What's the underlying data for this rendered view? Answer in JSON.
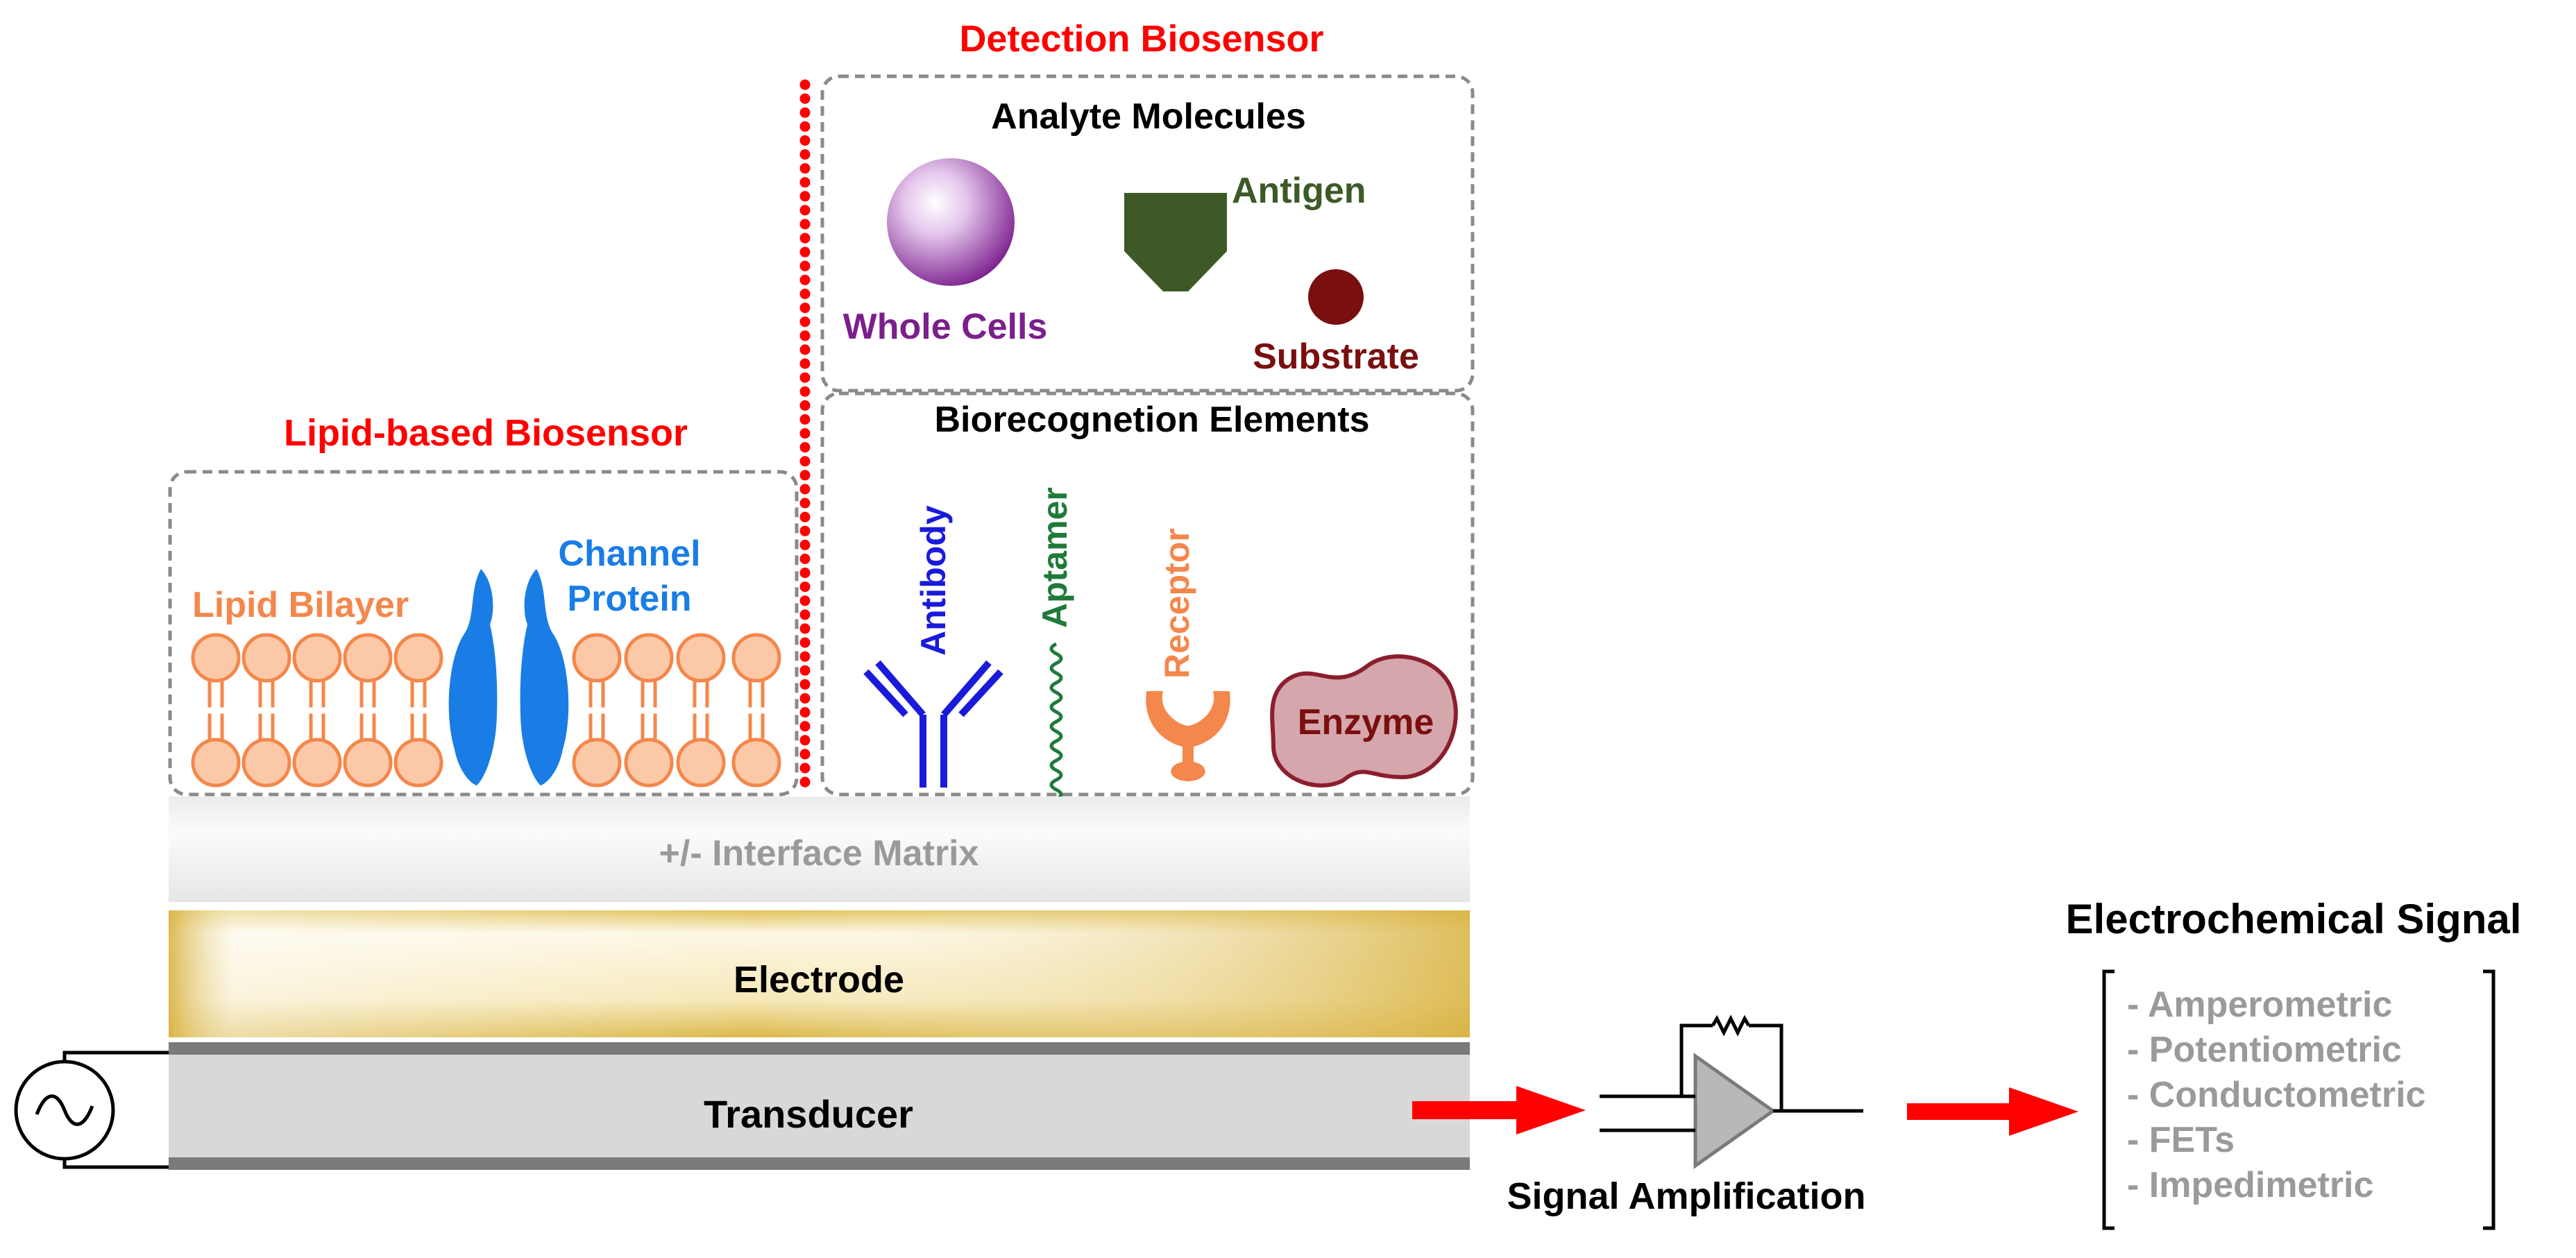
{
  "titles": {
    "detection_biosensor": "Detection Biosensor",
    "lipid_biosensor": "Lipid-based Biosensor",
    "analyte_molecules": "Analyte Molecules",
    "biorecognition_elements": "Biorecognetion Elements",
    "electrochemical_signal": "Electrochemical Signal"
  },
  "analytes": {
    "whole_cells": "Whole Cells",
    "antigen": "Antigen",
    "substrate": "Substrate"
  },
  "biorecognition": {
    "antibody": "Antibody",
    "aptamer": "Aptamer",
    "receptor": "Receptor",
    "enzyme": "Enzyme"
  },
  "lipid": {
    "lipid_bilayer": "Lipid Bilayer",
    "channel_protein_line1": "Channel",
    "channel_protein_line2": "Protein"
  },
  "layers": {
    "interface_matrix": "+/- Interface Matrix",
    "electrode": "Electrode",
    "transducer": "Transducer"
  },
  "amplification": {
    "label": "Signal Amplification"
  },
  "signal_types": [
    "- Amperometric",
    "- Potentiometric",
    "- Conductometric",
    "- FETs",
    "- Impedimetric"
  ],
  "colors": {
    "red_title": "#ff0000",
    "whole_cells": "#7b1f8c",
    "antigen": "#3d5a26",
    "substrate": "#7a0f0f",
    "antibody": "#1a1adb",
    "aptamer": "#1f7a3a",
    "receptor": "#f4874b",
    "enzyme": "#7a0f0f",
    "lipid": "#f4874b",
    "channel_protein": "#1a7de6",
    "gray_text": "#9a9a9a",
    "arrow": "#ff0000"
  },
  "icons": {
    "ac_source": "ac-source-icon",
    "amplifier": "op-amp-icon"
  }
}
